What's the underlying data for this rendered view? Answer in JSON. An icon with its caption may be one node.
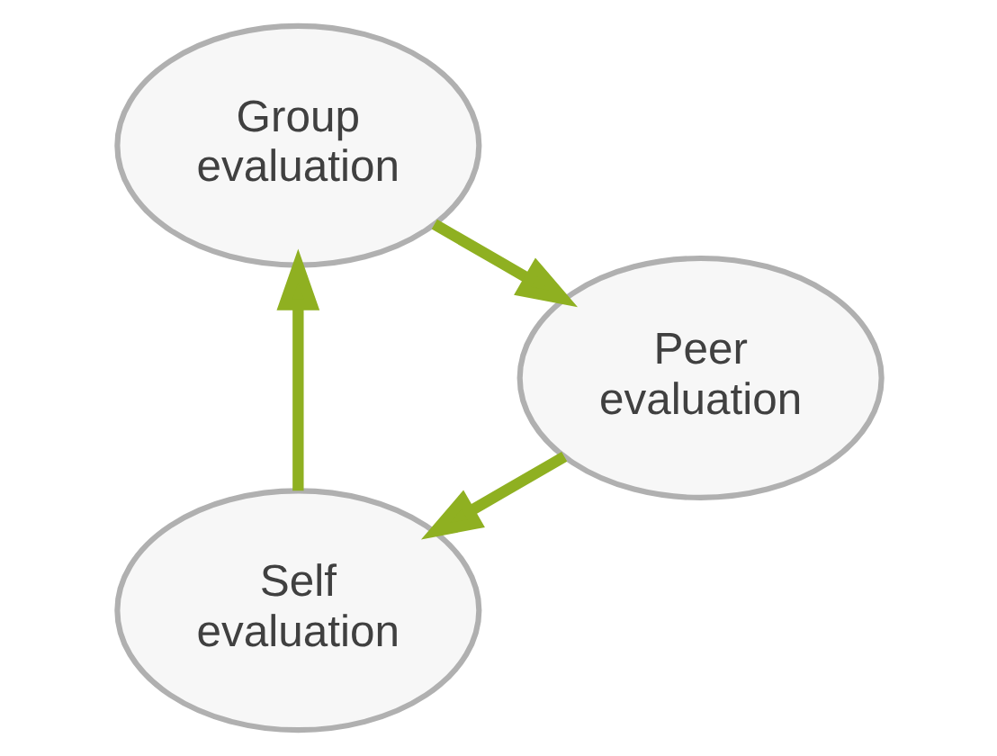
{
  "diagram": {
    "nodes": [
      {
        "text": [
          "Self evaluation"
        ]
      },
      {
        "text": [
          "Group evaluation"
        ]
      },
      {
        "text": [
          "Peer evaluation"
        ]
      }
    ],
    "edges": [
      {
        "from": 0,
        "to": 1,
        "arrow": "to"
      },
      {
        "from": 1,
        "to": 2,
        "arrow": "to"
      },
      {
        "from": 2,
        "to": 0,
        "arrow": "to"
      }
    ]
  }
}
